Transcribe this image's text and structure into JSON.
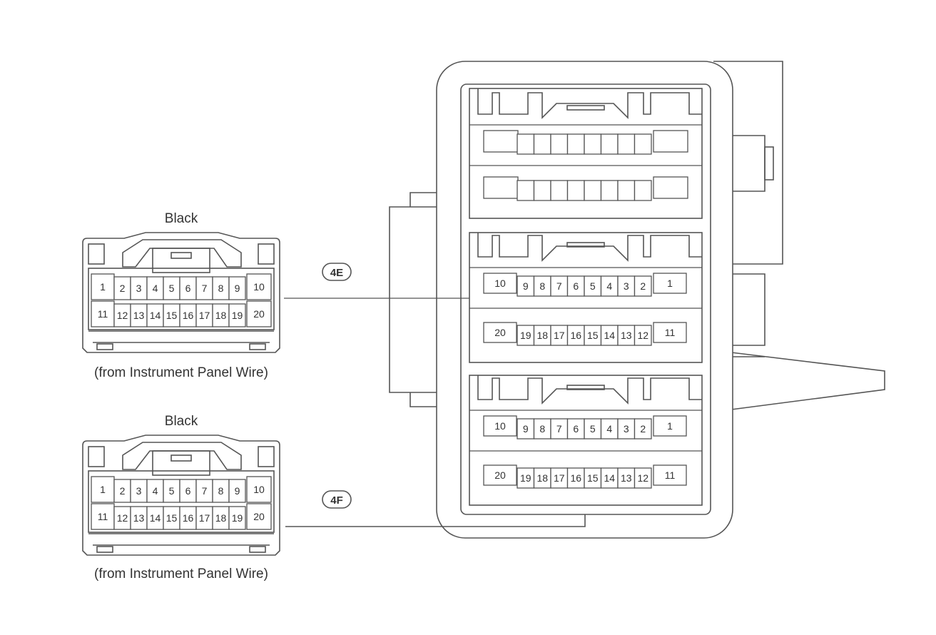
{
  "connectors": [
    {
      "id": "4E",
      "color": "Black",
      "caption": "(from Instrument Panel Wire)",
      "top_row": [
        "1",
        "2",
        "3",
        "4",
        "5",
        "6",
        "7",
        "8",
        "9",
        "10"
      ],
      "bottom_row": [
        "11",
        "12",
        "13",
        "14",
        "15",
        "16",
        "17",
        "18",
        "19",
        "20"
      ]
    },
    {
      "id": "4F",
      "color": "Black",
      "caption": "(from Instrument Panel Wire)",
      "top_row": [
        "1",
        "2",
        "3",
        "4",
        "5",
        "6",
        "7",
        "8",
        "9",
        "10"
      ],
      "bottom_row": [
        "11",
        "12",
        "13",
        "14",
        "15",
        "16",
        "17",
        "18",
        "19",
        "20"
      ]
    }
  ],
  "junction_block": {
    "top_row_mirrored": [
      "10",
      "9",
      "8",
      "7",
      "6",
      "5",
      "4",
      "3",
      "2",
      "1"
    ],
    "bottom_row_mirrored": [
      "20",
      "19",
      "18",
      "17",
      "16",
      "15",
      "14",
      "13",
      "12",
      "11"
    ]
  }
}
